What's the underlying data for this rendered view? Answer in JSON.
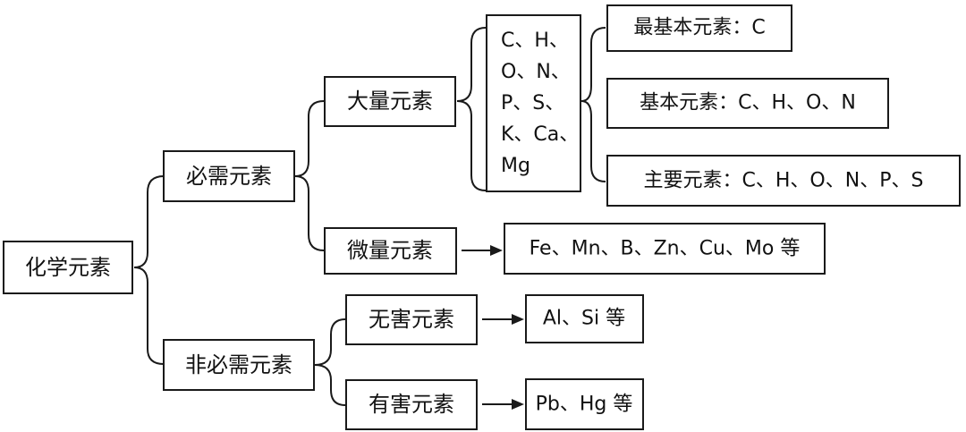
{
  "root": "化学元素",
  "essential": {
    "label": "必需元素",
    "macro": {
      "label": "大量元素",
      "elements": [
        "C、H、",
        "O、N、",
        "P、S、",
        "K、Ca、",
        "Mg"
      ],
      "most_basic": "最基本元素：C",
      "basic": "基本元素：C、H、O、N",
      "main": "主要元素：C、H、O、N、P、S"
    },
    "micro": {
      "label": "微量元素",
      "elements": "Fe、Mn、B、Zn、Cu、Mo 等"
    }
  },
  "non_essential": {
    "label": "非必需元素",
    "harmless": {
      "label": "无害元素",
      "elements": "Al、Si 等"
    },
    "harmful": {
      "label": "有害元素",
      "elements": "Pb、Hg 等"
    }
  }
}
